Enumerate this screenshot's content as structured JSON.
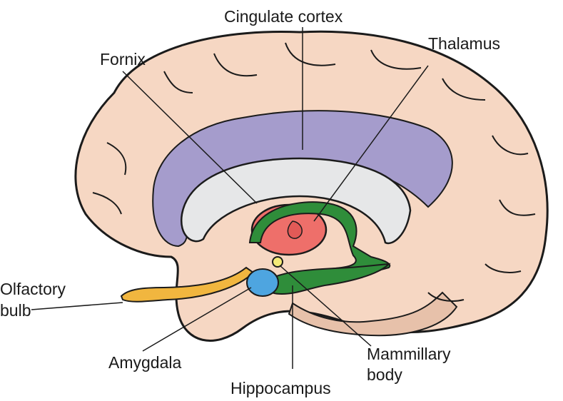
{
  "labels": {
    "cingulate_cortex": "Cingulate cortex",
    "fornix": "Fornix",
    "thalamus": "Thalamus",
    "olfactory_bulb_line1": "Olfactory",
    "olfactory_bulb_line2": "bulb",
    "amygdala": "Amygdala",
    "hippocampus": "Hippocampus",
    "mammillary_body_line1": "Mammillary",
    "mammillary_body_line2": "body"
  },
  "colors": {
    "brain_fill": "#f6d7c3",
    "brain_shadow": "#e7c1aa",
    "outline": "#1b1b1b",
    "cingulate": "#a59ccc",
    "corpus_callosum": "#e6e7e8",
    "thalamus": "#ee6f6a",
    "fornix_hippocampus": "#2f8d3a",
    "olfactory": "#f1b63f",
    "amygdala": "#4ea5e0",
    "mammillary": "#f4ea77"
  }
}
